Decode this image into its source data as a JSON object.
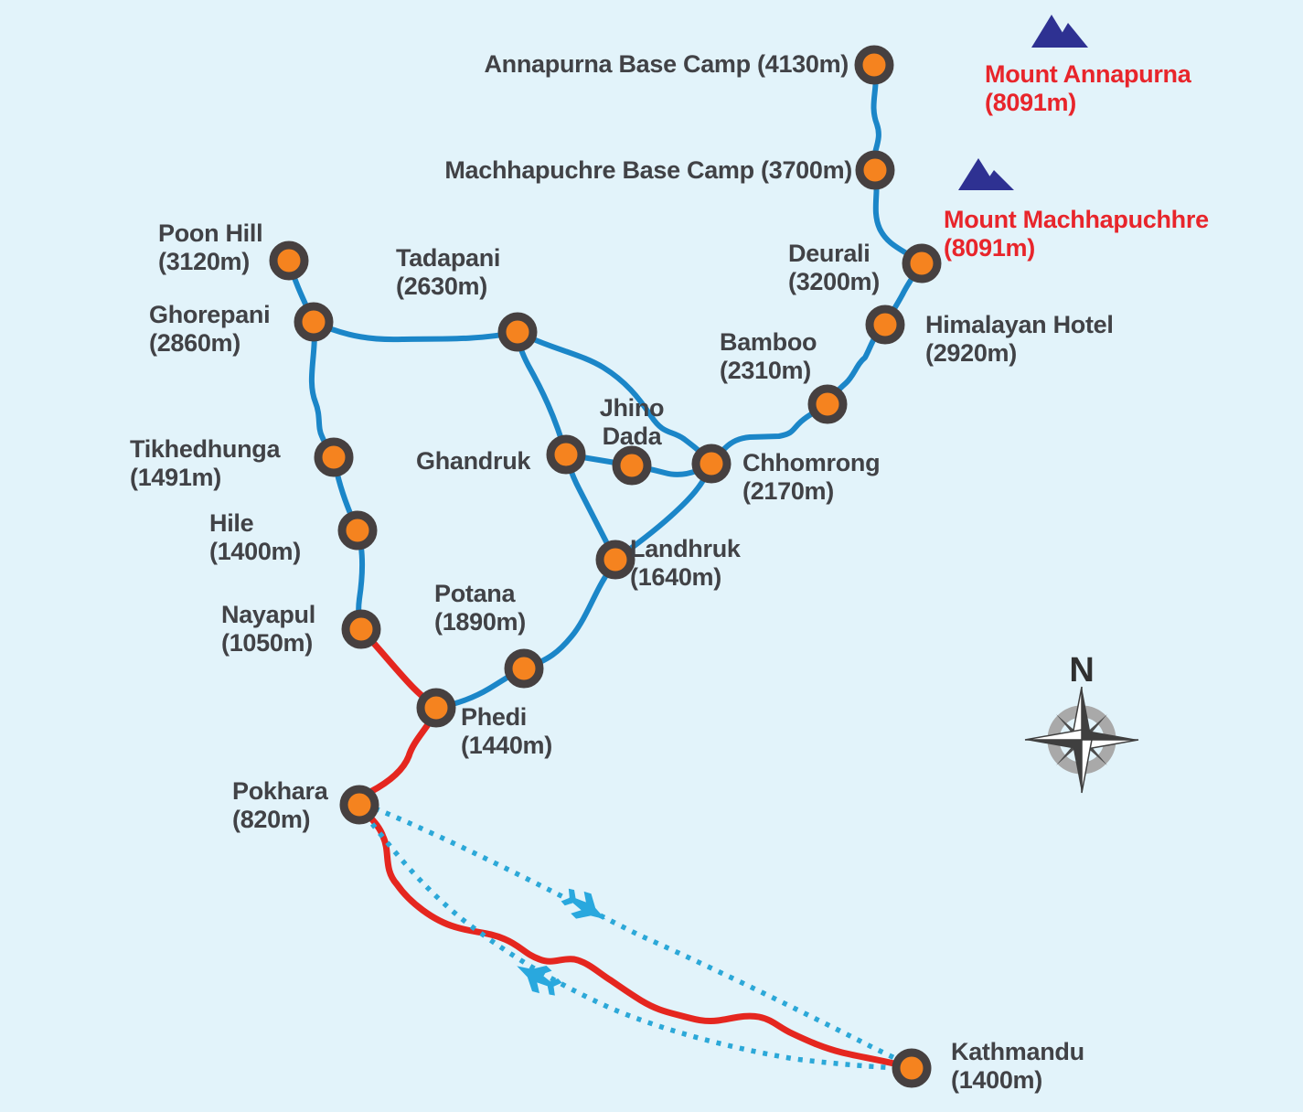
{
  "stations": {
    "annapurna_base_camp": {
      "name": "Annapurna Base Camp",
      "elevation": "4130m",
      "label": "Annapurna Base Camp (4130m)"
    },
    "machhapuchre_base_camp": {
      "name": "Machhapuchre Base Camp",
      "elevation": "3700m",
      "label": "Machhapuchre Base Camp (3700m)"
    },
    "deurali": {
      "name": "Deurali",
      "elevation": "3200m",
      "label": "Deurali\n(3200m)"
    },
    "himalayan_hotel": {
      "name": "Himalayan Hotel",
      "elevation": "2920m",
      "label": "Himalayan Hotel\n(2920m)"
    },
    "bamboo": {
      "name": "Bamboo",
      "elevation": "2310m",
      "label": "Bamboo\n(2310m)"
    },
    "chhomrong": {
      "name": "Chhomrong",
      "elevation": "2170m",
      "label": "Chhomrong\n(2170m)"
    },
    "jhino_dada": {
      "name": "Jhino Dada",
      "elevation": "",
      "label": "Jhino\nDada"
    },
    "ghandruk": {
      "name": "Ghandruk",
      "elevation": "",
      "label": "Ghandruk"
    },
    "tadapani": {
      "name": "Tadapani",
      "elevation": "2630m",
      "label": "Tadapani\n(2630m)"
    },
    "poon_hill": {
      "name": "Poon Hill",
      "elevation": "3120m",
      "label": "Poon Hill\n(3120m)"
    },
    "ghorepani": {
      "name": "Ghorepani",
      "elevation": "2860m",
      "label": "Ghorepani\n(2860m)"
    },
    "tikhedhunga": {
      "name": "Tikhedhunga",
      "elevation": "1491m",
      "label": "Tikhedhunga\n(1491m)"
    },
    "hile": {
      "name": "Hile",
      "elevation": "1400m",
      "label": "Hile\n(1400m)"
    },
    "nayapul": {
      "name": "Nayapul",
      "elevation": "1050m",
      "label": "Nayapul\n(1050m)"
    },
    "landhruk": {
      "name": "Landhruk",
      "elevation": "1640m",
      "label": "Landhruk\n(1640m)"
    },
    "potana": {
      "name": "Potana",
      "elevation": "1890m",
      "label": "Potana\n(1890m)"
    },
    "phedi": {
      "name": "Phedi",
      "elevation": "1440m",
      "label": "Phedi\n(1440m)"
    },
    "pokhara": {
      "name": "Pokhara",
      "elevation": "820m",
      "label": "Pokhara\n(820m)"
    },
    "kathmandu": {
      "name": "Kathmandu",
      "elevation": "1400m",
      "label": "Kathmandu\n(1400m)"
    }
  },
  "peaks": {
    "annapurna": {
      "name": "Mount Annapurna",
      "elevation": "8091m",
      "label": "Mount Annapurna\n(8091m)"
    },
    "machhapuchhre": {
      "name": "Mount Machhapuchhre",
      "elevation": "8091m",
      "label": "Mount Machhapuchhre\n(8091m)"
    }
  },
  "compass": {
    "north_label": "N"
  },
  "routes": {
    "trail_segments": [
      "Annapurna Base Camp–Machhapuchre Base Camp",
      "Machhapuchre Base Camp–Deurali",
      "Deurali–Himalayan Hotel",
      "Himalayan Hotel–Bamboo",
      "Bamboo–Chhomrong",
      "Chhomrong–Jhino Dada",
      "Jhino Dada–Ghandruk",
      "Ghandruk–Tadapani",
      "Tadapani–Chhomrong",
      "Ghorepani–Tadapani",
      "Poon Hill–Ghorepani",
      "Ghorepani–Tikhedhunga",
      "Tikhedhunga–Hile",
      "Hile–Nayapul",
      "Phedi–Potana",
      "Potana–Landhruk",
      "Landhruk–Ghandruk",
      "Landhruk–Chhomrong"
    ],
    "road_segments": [
      "Nayapul–Phedi",
      "Phedi–Pokhara",
      "Pokhara–Kathmandu"
    ],
    "flight_segments": [
      "Pokhara–Kathmandu (upper)",
      "Pokhara–Kathmandu (lower)"
    ]
  },
  "colors": {
    "background": "#E2F3FA",
    "trail_blue": "#1B86C8",
    "road_red": "#E5261F",
    "flight_cyan": "#2CA8D8",
    "marker_orange": "#F5831F",
    "marker_ring": "#464040",
    "peak_blue": "#2E3192",
    "peak_label_red": "#E8252B",
    "label_gray": "#414246"
  },
  "icons": {
    "airplane": "airplane-icon",
    "mountain": "mountain-icon",
    "compass": "compass-rose-icon"
  }
}
